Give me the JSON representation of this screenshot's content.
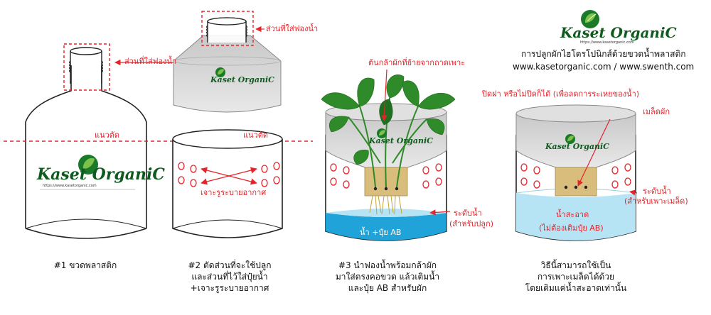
{
  "brand": {
    "name": "Kaset OrganiC",
    "url_small": "https://www.kasetorganic.com",
    "subtitle": "การปลูกผักไฮโดรโปนิกส์ด้วยขวดน้ำพลาสติก",
    "websites": "www.kasetorganic.com / www.swenth.com"
  },
  "labels": {
    "sponge_part": "ส่วนที่ใส่ฟองน้ำ",
    "cut_line": "แนวตัด",
    "air_holes": "เจาะรูระบายอากาศ",
    "seedling": "ต้นกล้าผักที่ย้ายจากถาดเพาะ",
    "nutrient": "น้ำ +ปุ๋ย AB",
    "level_plant_1": "ระดับน้ำ",
    "level_plant_2": "(สำหรับปลูก)",
    "cap_note": "ปิดฝา หรือไม่ปิดก็ได้ (เพื่อลดการระเหยของน้ำ)",
    "seed": "เมล็ดผัก",
    "level_seed_1": "ระดับน้ำ",
    "level_seed_2": "(สำหรับเพาะเมล็ด)",
    "clean_water_1": "น้ำสะอาด",
    "clean_water_2": "(ไม่ต้องเติมปุ๋ย AB)"
  },
  "captions": {
    "step1": [
      "#1 ขวดพลาสติก"
    ],
    "step2": [
      "#2 ตัดส่วนที่จะใช้ปลูก",
      "และส่วนที่ไว้ใส่ปุ๋ยน้ำ",
      "+เจาะรูระบายอากาศ"
    ],
    "step3": [
      "#3 นำฟองน้ำพร้อมกล้าผัก",
      "มาใส่ตรงคอขวด แล้วเติมน้ำ",
      "และปุ๋ย AB สำหรับผัก"
    ],
    "step4": [
      "วิธีนี้สามารถใช้เป็น",
      "การเพาะเมล็ดได้ด้วย",
      "โดยเติมแค่น้ำสะอาดเท่านั้น"
    ]
  },
  "colors": {
    "annotation_red": "#e3242b",
    "bottle_gray": "#d9d9d9",
    "nutrient_blue": "#1fa3d8",
    "clean_water_blue": "#b7e4f4",
    "sponge_tan": "#d8bd7c",
    "leaf_green": "#2f8a2a",
    "brand_green": "#0f5a1e"
  }
}
